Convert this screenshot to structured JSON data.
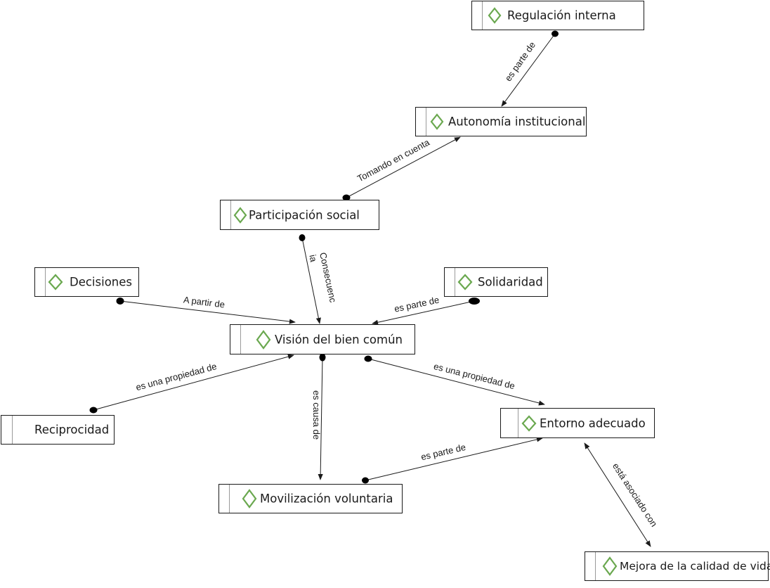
{
  "colors": {
    "diamond": "#6aa84f",
    "border": "#1a1a1a",
    "line": "#1a1a1a"
  },
  "nodes": {
    "regulacion": {
      "label": "Regulación interna",
      "icon": "diamond-icon"
    },
    "autonomia": {
      "label": "Autonomía institucional",
      "icon": "diamond-icon"
    },
    "participacion": {
      "label": "Participación social",
      "icon": "diamond-icon"
    },
    "decisiones": {
      "label": "Decisiones",
      "icon": "diamond-icon"
    },
    "solidaridad": {
      "label": "Solidaridad",
      "icon": "diamond-icon"
    },
    "vision": {
      "label": "Visión del bien común",
      "icon": "diamond-icon"
    },
    "reciprocidad": {
      "label": "Reciprocidad"
    },
    "entorno": {
      "label": "Entorno adecuado",
      "icon": "diamond-icon"
    },
    "movilizacion": {
      "label": "Movilización voluntaria",
      "icon": "diamond-icon"
    },
    "mejora": {
      "label": "Mejora de la calidad de vida",
      "icon": "diamond-icon"
    }
  },
  "edges": [
    {
      "id": "e1",
      "label": "es parte de",
      "from": "regulacion",
      "to": "autonomia"
    },
    {
      "id": "e2",
      "label": "Tomando en cuenta",
      "from": "participacion",
      "to": "autonomia"
    },
    {
      "id": "e3",
      "label_lines": [
        "Consecuenc",
        "ia"
      ],
      "from": "participacion",
      "to": "vision"
    },
    {
      "id": "e4",
      "label": "A partir de",
      "from": "decisiones",
      "to": "vision"
    },
    {
      "id": "e5",
      "label": "es parte de",
      "from": "solidaridad",
      "to": "vision"
    },
    {
      "id": "e6",
      "label": "es una propiedad de",
      "from": "reciprocidad",
      "to": "vision"
    },
    {
      "id": "e7",
      "label": "es causa de",
      "from": "vision",
      "to": "movilizacion"
    },
    {
      "id": "e8",
      "label": "es una propiedad de",
      "from": "vision",
      "to": "entorno"
    },
    {
      "id": "e9",
      "label": "es parte de",
      "from": "movilizacion",
      "to": "entorno"
    },
    {
      "id": "e10",
      "label": "está asociado con",
      "from": "entorno",
      "to": "mejora"
    }
  ]
}
